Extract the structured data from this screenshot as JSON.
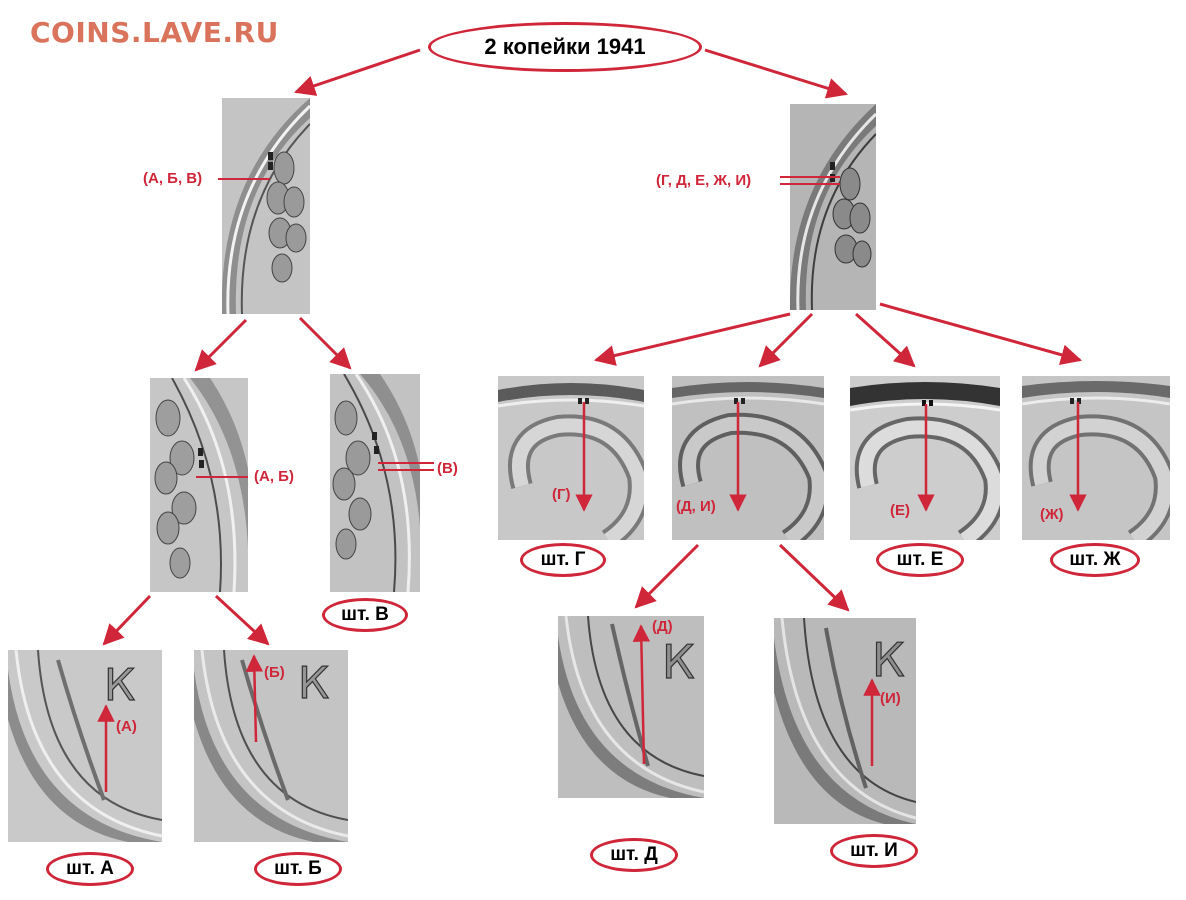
{
  "watermark": "COINS.LAVE.RU",
  "title": "2 копейки 1941",
  "colors": {
    "accent": "#d0263a",
    "watermark": "#d9735b",
    "coin": "#bdbdbd"
  },
  "callouts": {
    "abv": "(А, Б, В)",
    "gdezhi": "(Г, Д, Е, Ж, И)",
    "ab": "(А, Б)",
    "v": "(В)",
    "g": "(Г)",
    "di": "(Д, И)",
    "e": "(Е)",
    "zh": "(Ж)",
    "a": "(А)",
    "b": "(Б)",
    "d": "(Д)",
    "i": "(И)"
  },
  "stamps": {
    "a": "шт. А",
    "b": "шт. Б",
    "v": "шт. В",
    "g": "шт. Г",
    "d": "шт. Д",
    "e": "шт. Е",
    "zh": "шт. Ж",
    "i": "шт. И"
  },
  "coin_letter": "К"
}
